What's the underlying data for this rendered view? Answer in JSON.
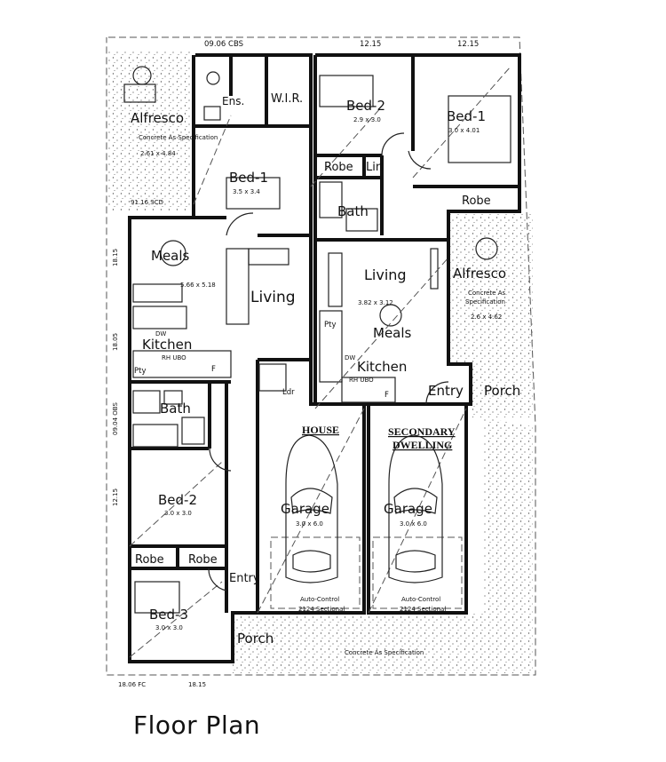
{
  "title": "Floor Plan",
  "labels": {
    "dims_top_left": "09.06 CBS",
    "dims_top_mid": "12.15",
    "dims_top_right": "12.15",
    "alfresco_left": "Alfresco",
    "alfresco_left_note": "Concrete As Specification",
    "alfresco_left_size": "2.61 x 4.84",
    "ens": "Ens.",
    "wir": "W.I.R.",
    "bed1_house": "Bed-1",
    "bed1_house_size": "3.5 x 3.4",
    "scd": "91.16 SCD",
    "meals_house": "Meals",
    "meals_house_size": "5.66 x 5.18",
    "living_house": "Living",
    "dw_house": "DW",
    "kitchen_house": "Kitchen",
    "rh_ubo_house": "RH  UBO",
    "pty_house": "Pty",
    "f_house": "F",
    "bath_house": "Bath",
    "bed2_house": "Bed-2",
    "bed2_house_size": "3.0 x 3.0",
    "robe_a": "Robe",
    "robe_b": "Robe",
    "entry_house": "Entry",
    "bed3_house": "Bed-3",
    "bed3_house_size": "3.0 x 3.0",
    "porch_house": "Porch",
    "ldr": "Ldr",
    "bed2_dwell": "Bed-2",
    "bed2_dwell_size": "2.9 x 3.0",
    "bed1_dwell": "Bed-1",
    "bed1_dwell_size": "3.0 x 4.01",
    "robe_c": "Robe",
    "lin": "Lin",
    "bath_dwell": "Bath",
    "robe_d": "Robe",
    "living_dwell": "Living",
    "living_dwell_size": "3.82 x 3.12",
    "meals_dwell": "Meals",
    "pty_dwell": "Pty",
    "dw_dwell": "DW",
    "kitchen_dwell": "Kitchen",
    "rh_ubo_dwell": "RH  UBO",
    "f_dwell": "F",
    "alfresco_right": "Alfresco",
    "alfresco_right_note1": "Concrete As",
    "alfresco_right_note2": "Specification",
    "alfresco_right_size": "2.6 x 4.62",
    "entry_dwell": "Entry",
    "porch_dwell": "Porch",
    "house_heading": "HOUSE",
    "secondary_heading1": "SECONDARY",
    "secondary_heading2": "DWELLING",
    "garage_house": "Garage",
    "garage_house_size": "3.0 x 6.0",
    "garage_dwell": "Garage",
    "garage_dwell_size": "3.0 x 6.0",
    "autocontrol_house": "Auto-Control",
    "sectional_house": "2124 Sectional",
    "autocontrol_dwell": "Auto-Control",
    "sectional_dwell": "2124 Sectional",
    "concrete_front": "Concrete As Specification",
    "dims_bottom_left": "18.06 FC",
    "dims_bottom_mid": "18.15",
    "side_dim_1": "18.15",
    "side_dim_2": "18.05",
    "side_dim_3": "09.04 OBS",
    "side_dim_4": "12.15"
  }
}
